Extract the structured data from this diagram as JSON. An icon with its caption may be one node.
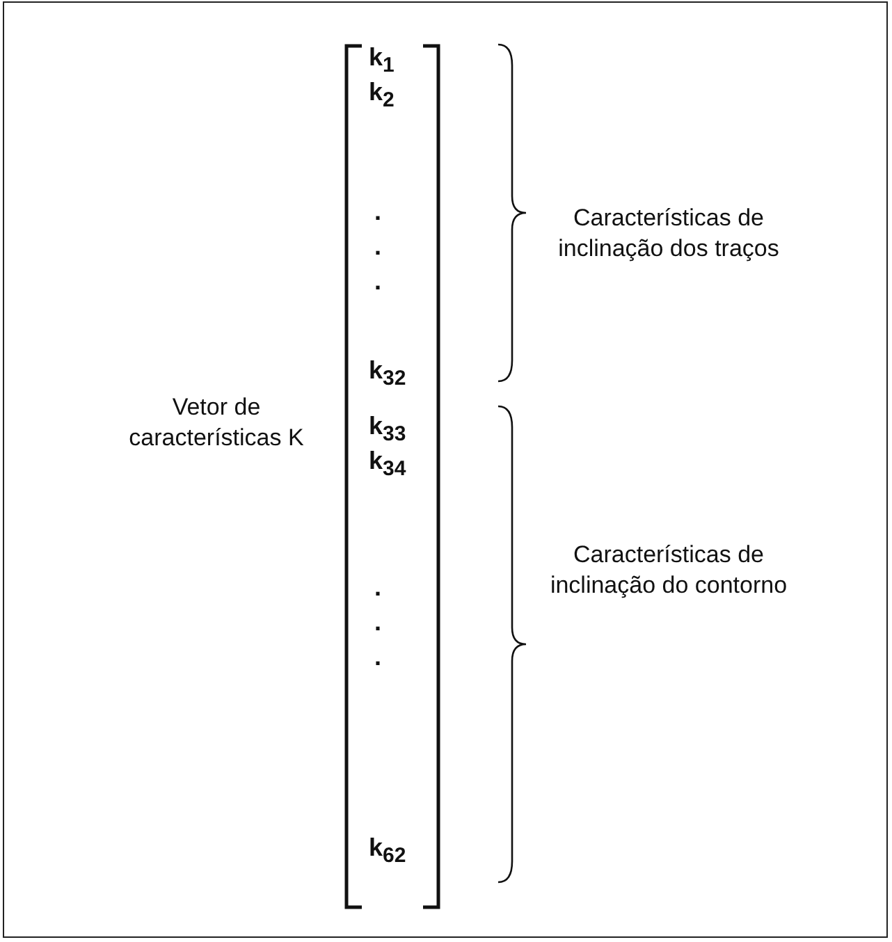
{
  "diagram": {
    "labels": [
      "Vetor de características K",
      "k$_{1}$",
      "k$_{2}$",
      ". . .",
      "k$_{32}$",
      "k$_{33}$",
      "k$_{34}$",
      ". . .",
      "k$_{62}$",
      "Características de inclinação dos traços",
      "Características de inclinação do contorno"
    ]
  }
}
